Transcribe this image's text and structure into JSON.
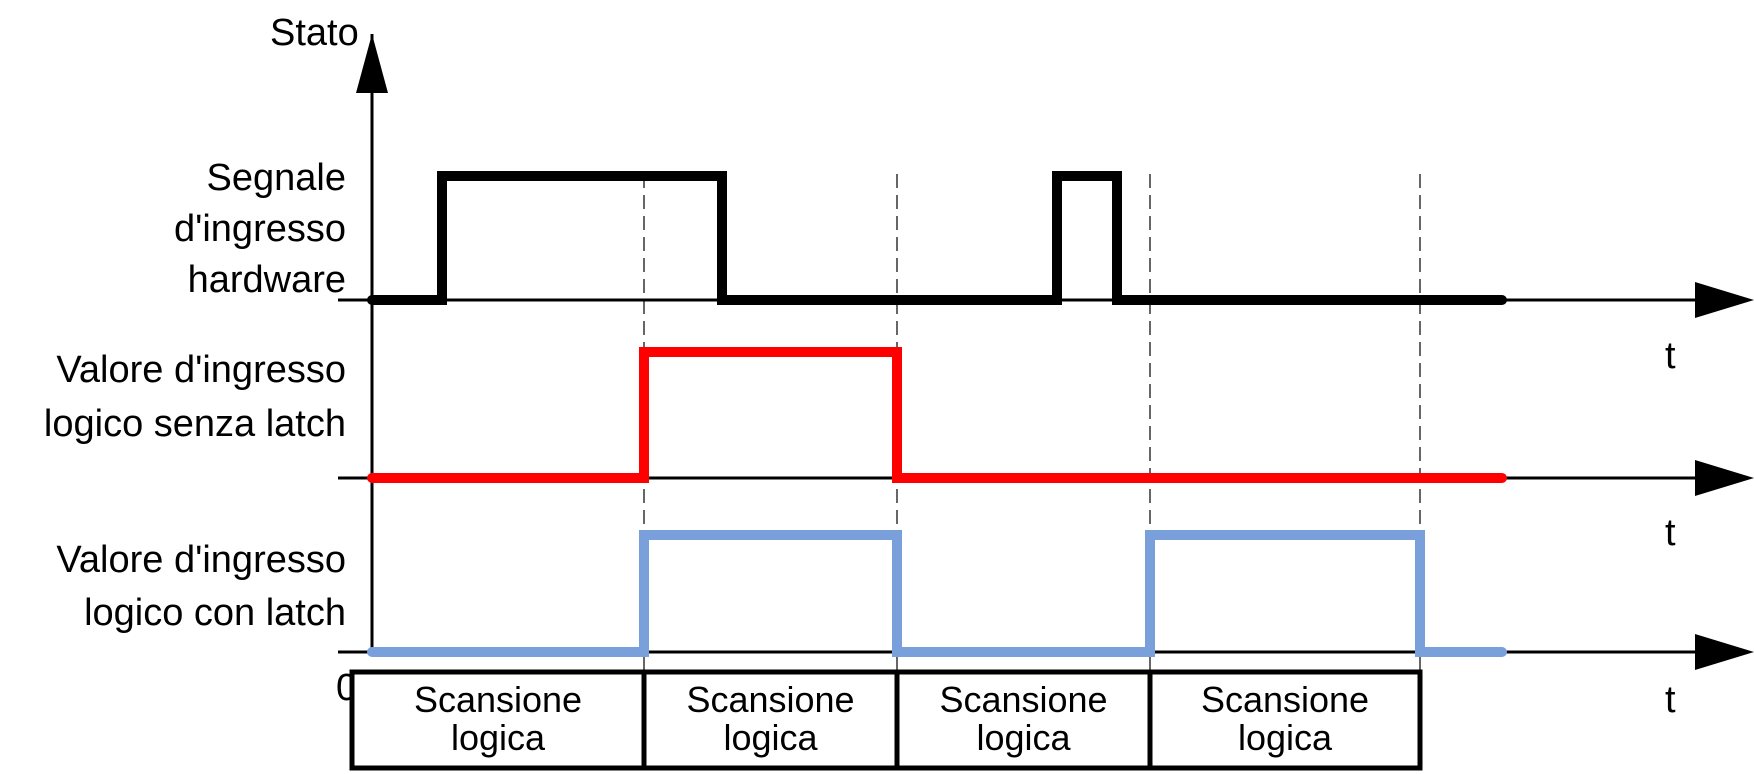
{
  "y_axis_label": "Stato",
  "origin_label": "0",
  "time_label": "t",
  "rows": [
    {
      "id": "hardware",
      "label_lines": [
        "Segnale",
        "d'ingresso",
        "hardware"
      ],
      "color": "#000000",
      "transitions": [
        [
          0,
          0
        ],
        [
          70,
          1
        ],
        [
          350,
          0
        ],
        [
          685,
          1
        ],
        [
          745,
          0
        ]
      ]
    },
    {
      "id": "no-latch",
      "label_lines": [
        "Valore d'ingresso",
        "logico senza latch"
      ],
      "color": "#ff0000",
      "transitions": [
        [
          0,
          0
        ],
        [
          272,
          1
        ],
        [
          525,
          0
        ]
      ]
    },
    {
      "id": "latch",
      "label_lines": [
        "Valore d'ingresso",
        "logico con latch"
      ],
      "color": "#7aa0dc",
      "transitions": [
        [
          0,
          0
        ],
        [
          272,
          1
        ],
        [
          525,
          0
        ],
        [
          778,
          1
        ],
        [
          1048,
          0
        ]
      ]
    }
  ],
  "scan_boundaries": [
    272,
    525,
    778,
    1048
  ],
  "scan_blocks": [
    {
      "line1": "Scansione",
      "line2": "logica"
    },
    {
      "line1": "Scansione",
      "line2": "logica"
    },
    {
      "line1": "Scansione",
      "line2": "logica"
    },
    {
      "line1": "Scansione",
      "line2": "logica"
    }
  ],
  "time_end": 1130
}
